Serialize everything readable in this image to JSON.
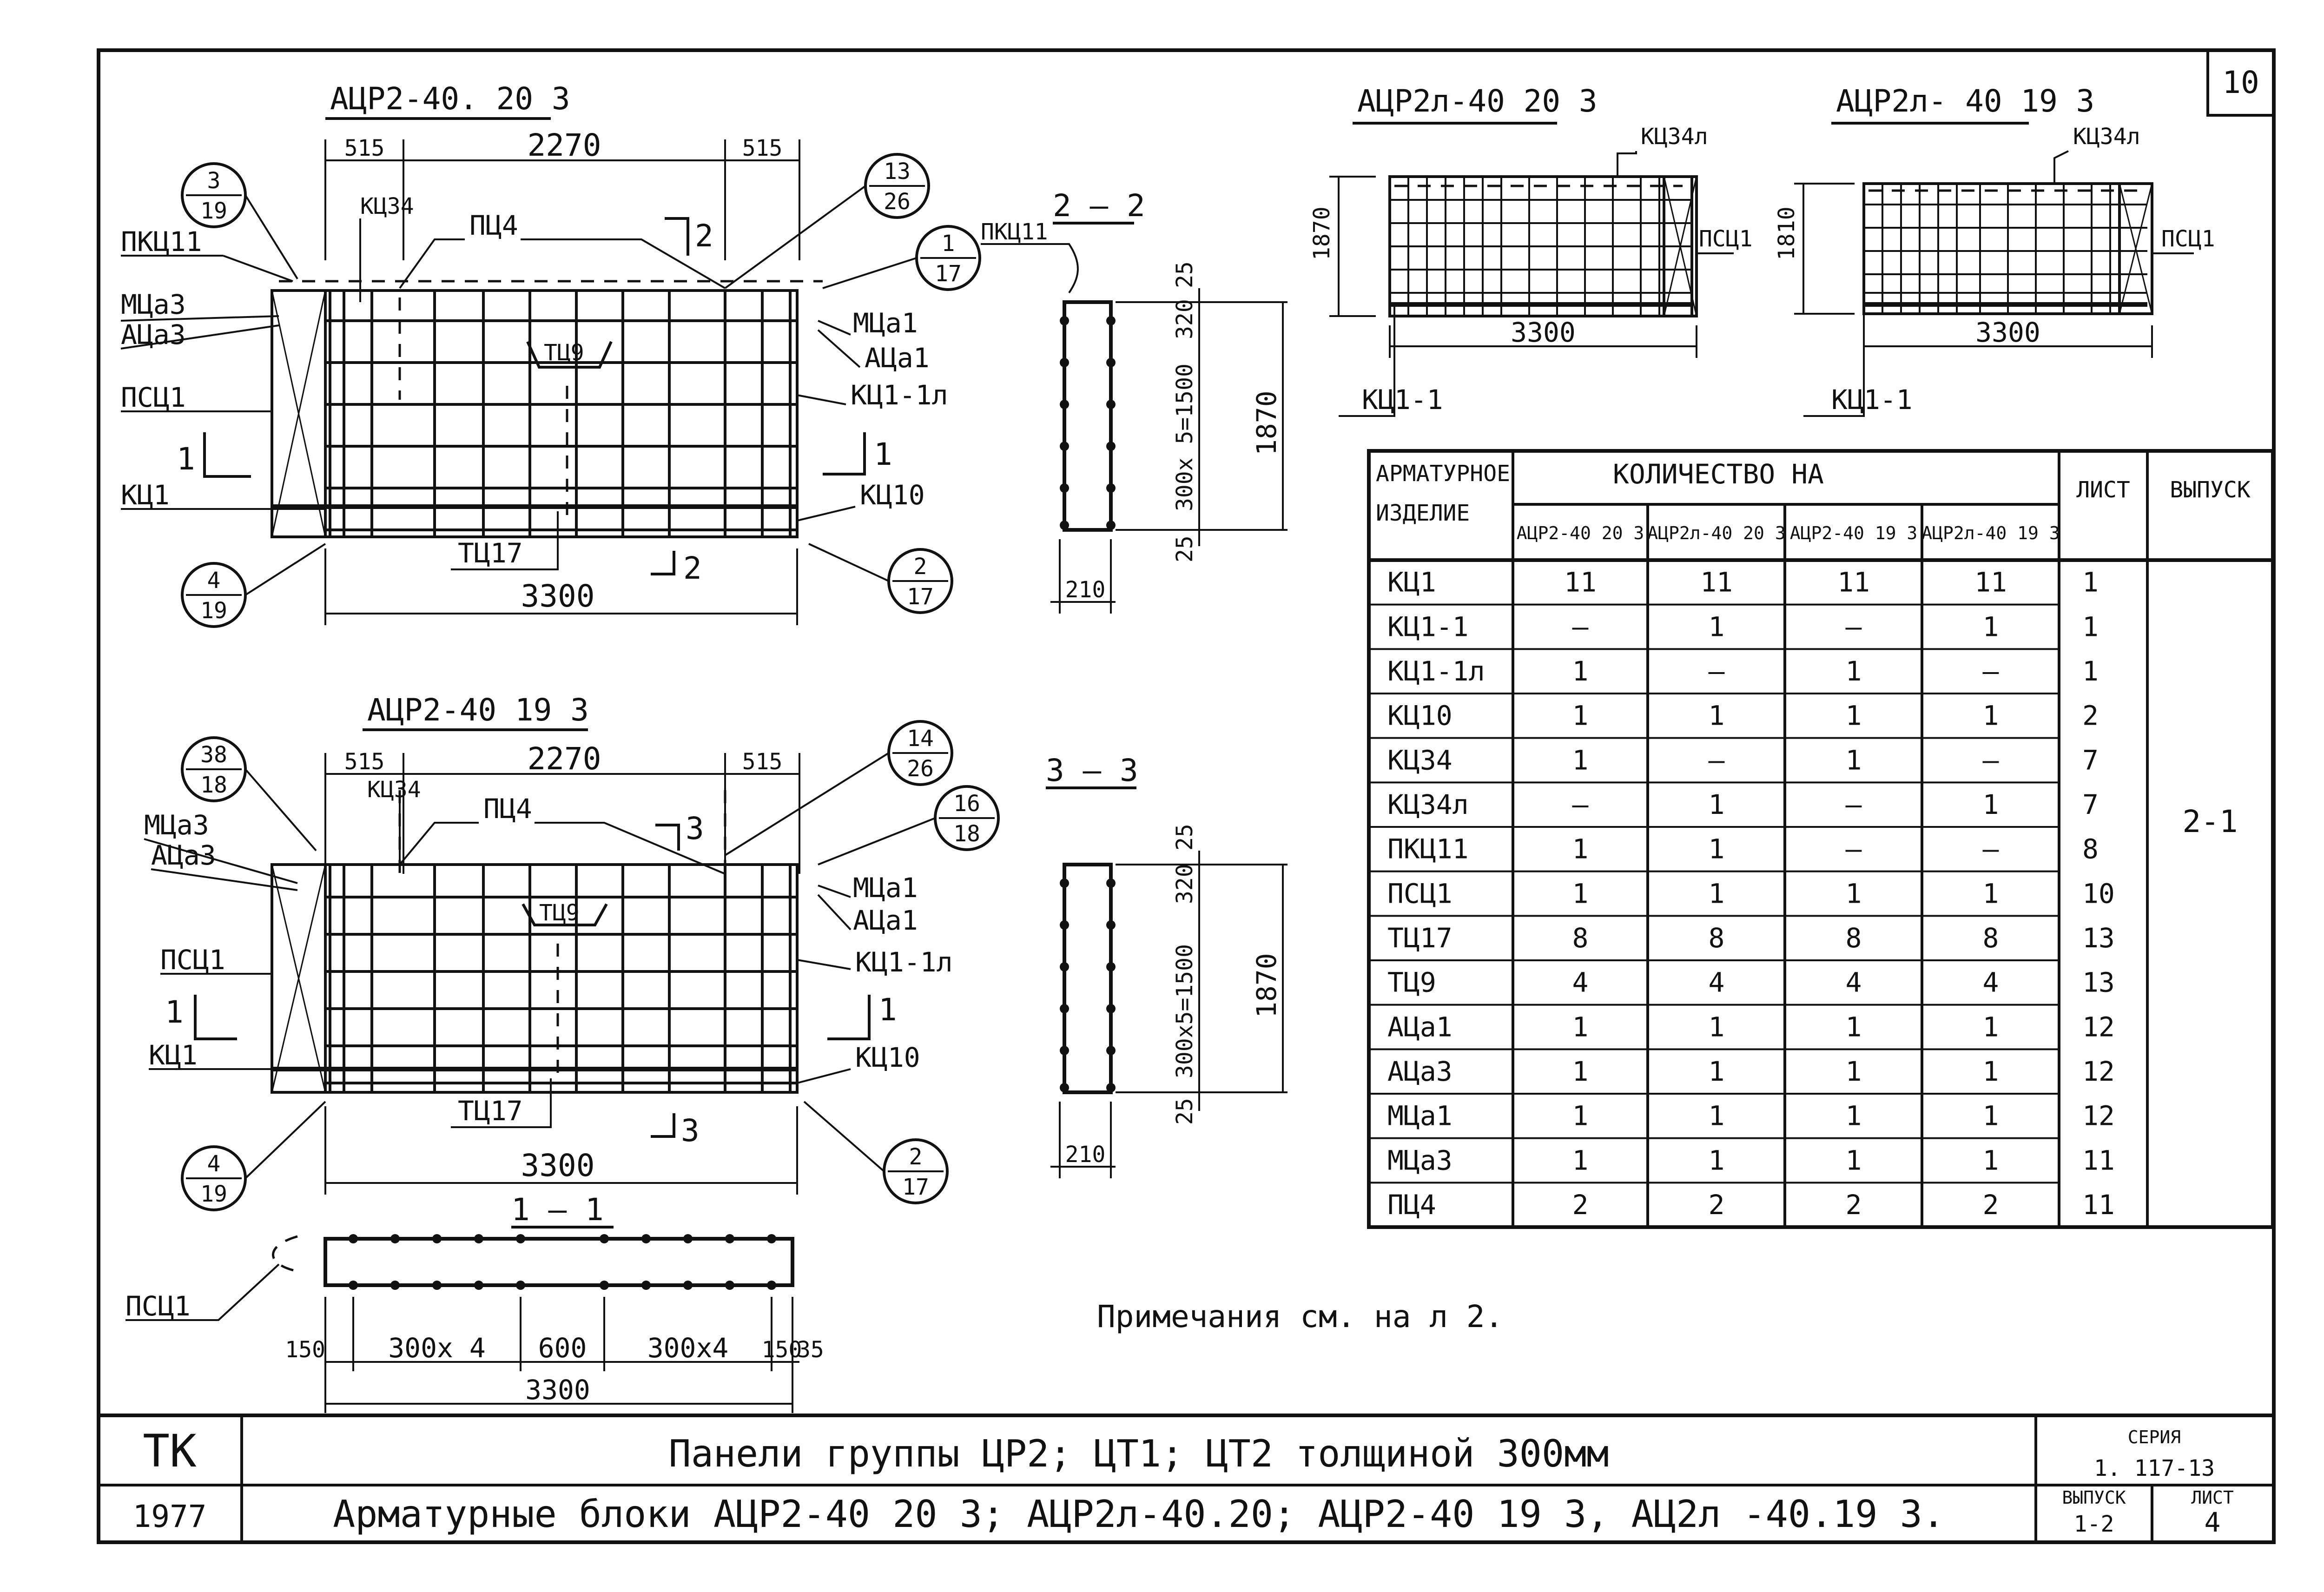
{
  "sheet_no": "10",
  "views": {
    "top_left": {
      "title": "АЦР2-40. 20 3",
      "dims": {
        "left": "515",
        "mid": "2270",
        "right": "515",
        "bottom": "3300"
      },
      "section_mark": "2",
      "labels": {
        "pkc11": "ПКЦ11",
        "mca3": "МЦа3",
        "aca3": "АЦа3",
        "psc1": "ПСЦ1",
        "kc1": "КЦ1",
        "kc34": "КЦ34",
        "pc4": "ПЦ4",
        "tc9": "ТЦ9",
        "tc17": "ТЦ17",
        "mca1": "МЦа1",
        "aca1": "АЦа1",
        "kc11l": "КЦ1-1л",
        "kc10": "КЦ10",
        "cut_mark": "1"
      },
      "callouts": [
        {
          "top": "3",
          "bottom": "19"
        },
        {
          "top": "13",
          "bottom": "26"
        },
        {
          "top": "1",
          "bottom": "17"
        },
        {
          "top": "4",
          "bottom": "19"
        },
        {
          "top": "2",
          "bottom": "17"
        }
      ]
    },
    "bottom_left": {
      "title": "АЦР2-40 19 3",
      "dims": {
        "left": "515",
        "mid": "2270",
        "right": "515",
        "bottom": "3300"
      },
      "section_mark": "3",
      "labels": {
        "mca3": "МЦа3",
        "aca3": "АЦа3",
        "psc1": "ПСЦ1",
        "kc1": "КЦ1",
        "kc34": "КЦ34",
        "pc4": "ПЦ4",
        "tc9": "ТЦ9",
        "tc17": "ТЦ17",
        "mca1": "МЦа1",
        "aca1": "АЦа1",
        "kc11l": "КЦ1-1л",
        "kc10": "КЦ10",
        "cut_mark": "1"
      },
      "callouts": [
        {
          "top": "38",
          "bottom": "18"
        },
        {
          "top": "14",
          "bottom": "26"
        },
        {
          "top": "16",
          "bottom": "18"
        },
        {
          "top": "4",
          "bottom": "19"
        },
        {
          "top": "2",
          "bottom": "17"
        }
      ]
    },
    "section_2_2": {
      "title": "2 — 2",
      "label": "ПКЦ11",
      "dims": {
        "top": "25",
        "a": "320",
        "b": "300x 5=1500",
        "bottom": "25",
        "total": "1870",
        "width": "210"
      }
    },
    "section_3_3": {
      "title": "3 — 3",
      "dims": {
        "top": "25",
        "a": "320",
        "b": "300x5=1500",
        "bottom": "25",
        "total": "1870",
        "width": "210"
      }
    },
    "section_1_1": {
      "title": "1 — 1",
      "label": "ПСЦ1",
      "dims": [
        "150",
        "300x 4",
        "600",
        "300x4",
        "150",
        "35"
      ],
      "total": "3300"
    },
    "mirror_a": {
      "title": "АЦР2л-40 20 3",
      "labels": {
        "kc34l": "КЦ34л",
        "psc1": "ПСЦ1",
        "kc11": "КЦ1-1"
      },
      "dims": {
        "height": "1870",
        "width": "3300"
      }
    },
    "mirror_b": {
      "title": "АЦР2л- 40 19 3",
      "labels": {
        "kc34l": "КЦ34л",
        "psc1": "ПСЦ1",
        "kc11": "КЦ1-1"
      },
      "dims": {
        "height": "1810",
        "width": "3300"
      }
    }
  },
  "table": {
    "h_item_1": "АРМАТУРНОЕ",
    "h_item_2": "ИЗДЕЛИЕ",
    "h_qty": "КОЛИЧЕСТВО  НА",
    "h_sheet": "ЛИСТ",
    "h_issue": "ВЫПУСК",
    "sub_headers": [
      "АЦР2-40 20 3",
      "АЦР2л-40 20 3",
      "АЦР2-40 19 3",
      "АЦР2л-40 19 3"
    ],
    "issue_value": "2-1",
    "rows": [
      {
        "item": "КЦ1",
        "q": [
          "11",
          "11",
          "11",
          "11"
        ],
        "sheet": "1"
      },
      {
        "item": "КЦ1-1",
        "q": [
          "—",
          "1",
          "—",
          "1"
        ],
        "sheet": "1"
      },
      {
        "item": "КЦ1-1л",
        "q": [
          "1",
          "—",
          "1",
          "—"
        ],
        "sheet": "1"
      },
      {
        "item": "КЦ10",
        "q": [
          "1",
          "1",
          "1",
          "1"
        ],
        "sheet": "2"
      },
      {
        "item": "КЦ34",
        "q": [
          "1",
          "—",
          "1",
          "—"
        ],
        "sheet": "7"
      },
      {
        "item": "КЦ34л",
        "q": [
          "—",
          "1",
          "—",
          "1"
        ],
        "sheet": "7"
      },
      {
        "item": "ПКЦ11",
        "q": [
          "1",
          "1",
          "—",
          "—"
        ],
        "sheet": "8"
      },
      {
        "item": "ПСЦ1",
        "q": [
          "1",
          "1",
          "1",
          "1"
        ],
        "sheet": "10"
      },
      {
        "item": "ТЦ17",
        "q": [
          "8",
          "8",
          "8",
          "8"
        ],
        "sheet": "13"
      },
      {
        "item": "ТЦ9",
        "q": [
          "4",
          "4",
          "4",
          "4"
        ],
        "sheet": "13"
      },
      {
        "item": "АЦа1",
        "q": [
          "1",
          "1",
          "1",
          "1"
        ],
        "sheet": "12"
      },
      {
        "item": "АЦа3",
        "q": [
          "1",
          "1",
          "1",
          "1"
        ],
        "sheet": "12"
      },
      {
        "item": "МЦа1",
        "q": [
          "1",
          "1",
          "1",
          "1"
        ],
        "sheet": "12"
      },
      {
        "item": "МЦа3",
        "q": [
          "1",
          "1",
          "1",
          "1"
        ],
        "sheet": "11"
      },
      {
        "item": "ПЦ4",
        "q": [
          "2",
          "2",
          "2",
          "2"
        ],
        "sheet": "11"
      }
    ]
  },
  "note": "Примечания см. на л 2.",
  "title_block": {
    "org": "ТК",
    "year": "1977",
    "title_1": "Панели группы ЦР2; ЦТ1; ЦТ2 толщиной 300мм",
    "title_2": "Арматурные блоки АЦР2-40 20 3; АЦР2л-40.20; АЦР2-40 19 3, АЦ2л -40.19 3.",
    "series_label": "СЕРИЯ",
    "series_value": "1. 117-13",
    "issue_label": "ВЫПУСК",
    "issue_value": "1-2",
    "sheet_label": "ЛИСТ",
    "sheet_value": "4"
  }
}
